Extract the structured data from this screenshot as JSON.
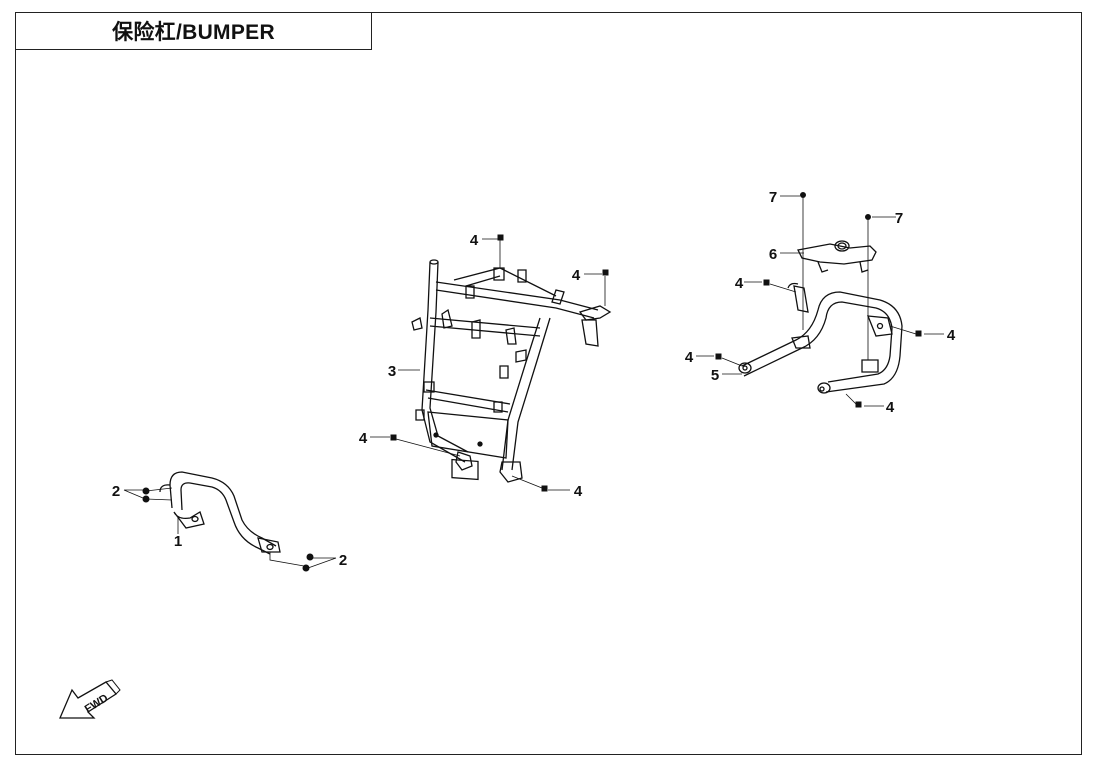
{
  "header": {
    "title": "保险杠/BUMPER"
  },
  "fwd_arrow": {
    "label": "FWD"
  },
  "callouts": [
    {
      "key": "c1",
      "label": "1"
    },
    {
      "key": "c2a",
      "label": "2"
    },
    {
      "key": "c2b",
      "label": "2"
    },
    {
      "key": "c3",
      "label": "3"
    },
    {
      "key": "c4a",
      "label": "4"
    },
    {
      "key": "c4b",
      "label": "4"
    },
    {
      "key": "c4c",
      "label": "4"
    },
    {
      "key": "c4d",
      "label": "4"
    },
    {
      "key": "c4e",
      "label": "4"
    },
    {
      "key": "c4f",
      "label": "4"
    },
    {
      "key": "c4g",
      "label": "4"
    },
    {
      "key": "c4h",
      "label": "4"
    },
    {
      "key": "c5",
      "label": "5"
    },
    {
      "key": "c6",
      "label": "6"
    },
    {
      "key": "c7a",
      "label": "7"
    },
    {
      "key": "c7b",
      "label": "7"
    }
  ]
}
